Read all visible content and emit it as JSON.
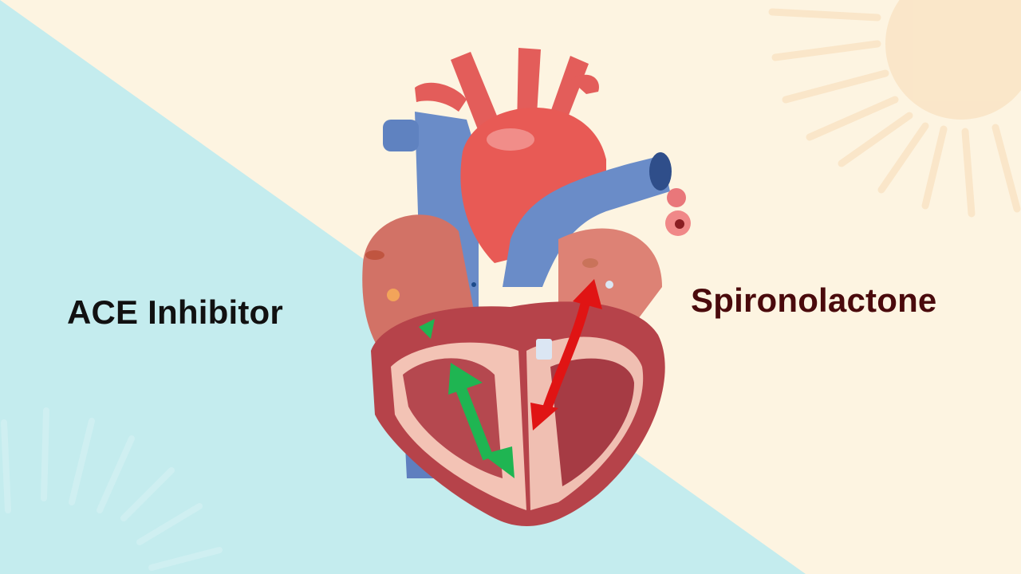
{
  "scene": {
    "description": "Illustrated heart cross-section comparing two drugs",
    "background": {
      "left_color": "#c4ecee",
      "right_color": "#fdf4e1",
      "sun_color": "#fbe6c8",
      "diagonal_from": [
        0,
        0
      ],
      "diagonal_to": [
        1010,
        720
      ]
    }
  },
  "labels": {
    "left": "ACE Inhibitor",
    "right": "Spironolactone"
  },
  "colors": {
    "left_label": "#111111",
    "right_label": "#4a0a0c",
    "green_arrow": "#1fb552",
    "red_arrow": "#e01414",
    "artery_red": "#e35d5a",
    "vein_blue": "#6a8cc8",
    "muscle": "#b8464a"
  },
  "icons": {
    "green_arrow": "double-arrow-icon",
    "red_arrow": "double-arrow-icon",
    "sun": "sun-icon"
  }
}
